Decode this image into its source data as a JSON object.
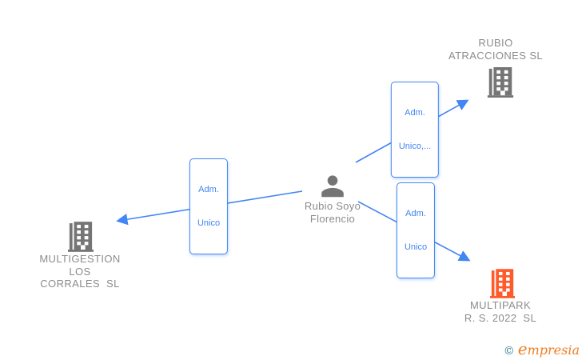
{
  "diagram": {
    "person": {
      "icon": "person-icon",
      "name_lines": [
        "Rubio Soyo",
        "Florencio"
      ]
    },
    "companies": {
      "rubio_atracciones": {
        "icon": "building-icon",
        "color": "#757575",
        "lines": [
          "RUBIO",
          "ATRACCIONES SL"
        ]
      },
      "multigestion": {
        "icon": "building-icon",
        "color": "#757575",
        "lines": [
          "MULTIGESTION",
          "LOS",
          "CORRALES  SL"
        ]
      },
      "multipark": {
        "icon": "building-icon",
        "color": "#ff5a2b",
        "lines": [
          "MULTIPARK",
          "R. S. 2022  SL"
        ]
      }
    },
    "edges": {
      "to_rubio_atracciones": {
        "label_lines": [
          "Adm.",
          "Unico,..."
        ]
      },
      "to_multigestion": {
        "label_lines": [
          "Adm.",
          "Unico"
        ]
      },
      "to_multipark": {
        "label_lines": [
          "Adm.",
          "Unico"
        ]
      }
    }
  },
  "footer": {
    "copyright_symbol": "©",
    "brand": "empresia"
  },
  "colors": {
    "edge_blue": "#4285f4",
    "icon_gray": "#757575",
    "label_gray": "#8c8c8c",
    "highlight_orange": "#ff5a2b",
    "brand_teal": "#2a7f90",
    "brand_orange": "#ef7e22"
  }
}
